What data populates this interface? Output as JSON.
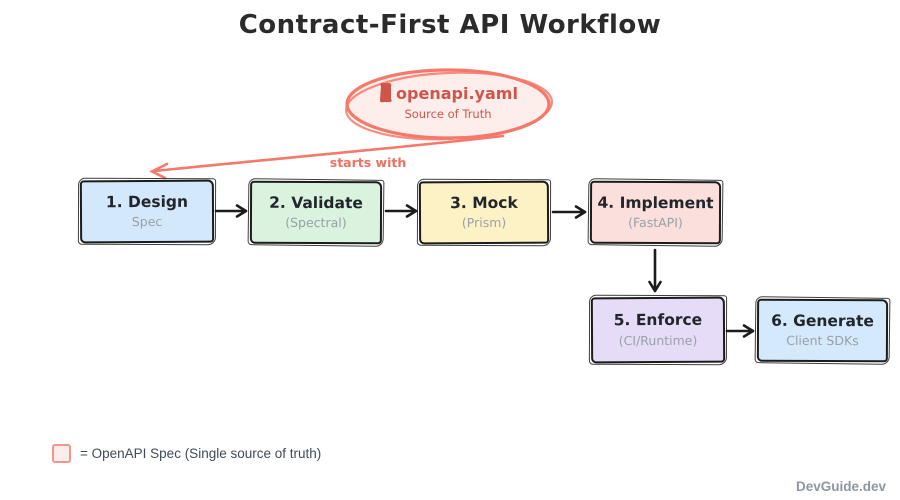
{
  "title": "Contract-First API Workflow",
  "source_oval": {
    "icon": "spec-file-icon",
    "filename": "openapi.yaml",
    "caption": "Source of Truth",
    "fill": "#fdeeec",
    "stroke": "#f4796b",
    "text_color": "#d1544a"
  },
  "start_arrow": {
    "label": "starts with",
    "color": "#ee7163"
  },
  "steps": [
    {
      "title": "1. Design",
      "subtitle": "Spec",
      "fill": "#d3e8fa"
    },
    {
      "title": "2. Validate",
      "subtitle": "(Spectral)",
      "fill": "#d9f3df"
    },
    {
      "title": "3. Mock",
      "subtitle": "(Prism)",
      "fill": "#fdf2c6"
    },
    {
      "title": "4. Implement",
      "subtitle": "(FastAPI)",
      "fill": "#fbdfdc"
    },
    {
      "title": "5. Enforce",
      "subtitle": "(CI/Runtime)",
      "fill": "#e6dcf8"
    },
    {
      "title": "6. Generate",
      "subtitle": "Client SDKs",
      "fill": "#d4eafc"
    }
  ],
  "legend": {
    "text": "= OpenAPI Spec (Single source of truth)",
    "swatch_fill": "#fdecec",
    "swatch_border": "#f5968c"
  },
  "footer": "DevGuide.dev",
  "ink": "#1c1c1c"
}
